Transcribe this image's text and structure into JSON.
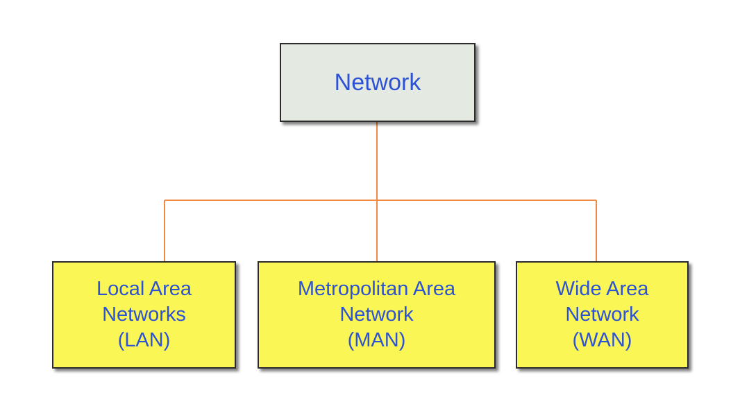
{
  "diagram": {
    "root": {
      "label": "Network"
    },
    "children": [
      {
        "lines": [
          "Local Area",
          "Networks",
          "(LAN)"
        ]
      },
      {
        "lines": [
          "Metropolitan Area",
          "Network",
          "(MAN)"
        ]
      },
      {
        "lines": [
          "Wide Area",
          "Network",
          "(WAN)"
        ]
      }
    ]
  },
  "colors": {
    "root-fill": "#e4eae2",
    "child-fill": "#f9f655",
    "node-border": "#2b2b2b",
    "node-text": "#2d52d3",
    "connector": "#ee8a43",
    "canvas-bg": "#ffffff"
  }
}
